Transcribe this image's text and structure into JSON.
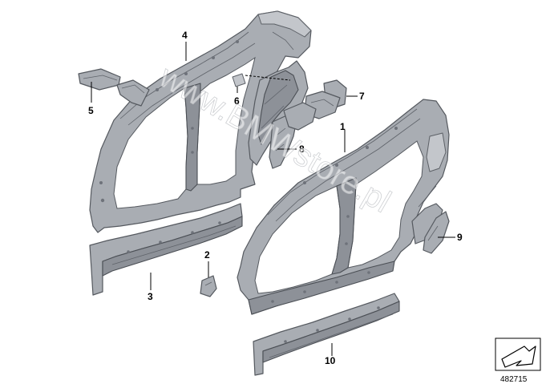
{
  "callouts": [
    {
      "label": "1"
    },
    {
      "label": "2"
    },
    {
      "label": "3"
    },
    {
      "label": "4"
    },
    {
      "label": "5"
    },
    {
      "label": "6"
    },
    {
      "label": "7"
    },
    {
      "label": "8"
    },
    {
      "label": "9"
    },
    {
      "label": "10"
    }
  ],
  "watermark": "www.BMWstore.pl",
  "reference_number": "482715",
  "colors": {
    "part": "#a9adb3",
    "outline": "#55595f",
    "background": "#ffffff"
  }
}
